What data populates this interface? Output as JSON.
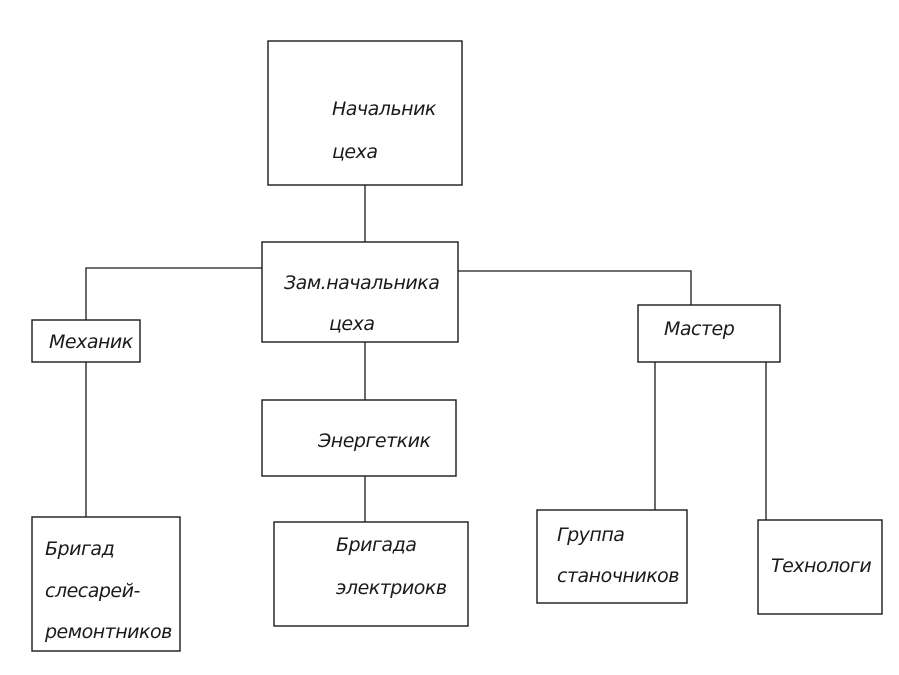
{
  "diagram": {
    "nodes": {
      "head": {
        "lines": [
          "Начальник",
          "цеха"
        ]
      },
      "deputy": {
        "lines": [
          "Зам.начальника",
          "цеха"
        ]
      },
      "mechanic": {
        "lines": [
          "Механик"
        ]
      },
      "master": {
        "lines": [
          "Мастер"
        ]
      },
      "energetic": {
        "lines": [
          "Энергеткик"
        ]
      },
      "fitters": {
        "lines": [
          "Бригад",
          "слесарей-",
          "ремонтников"
        ]
      },
      "electricians": {
        "lines": [
          "Бригада",
          "электриокв"
        ]
      },
      "machinists": {
        "lines": [
          "Группа",
          "станочников"
        ]
      },
      "technologists": {
        "lines": [
          "Технологи"
        ]
      }
    },
    "edges": [
      {
        "from": "head",
        "to": "deputy"
      },
      {
        "from": "deputy",
        "to": "mechanic"
      },
      {
        "from": "deputy",
        "to": "master"
      },
      {
        "from": "deputy",
        "to": "energetic"
      },
      {
        "from": "mechanic",
        "to": "fitters"
      },
      {
        "from": "energetic",
        "to": "electricians"
      },
      {
        "from": "master",
        "to": "machinists"
      },
      {
        "from": "master",
        "to": "technologists"
      }
    ]
  }
}
